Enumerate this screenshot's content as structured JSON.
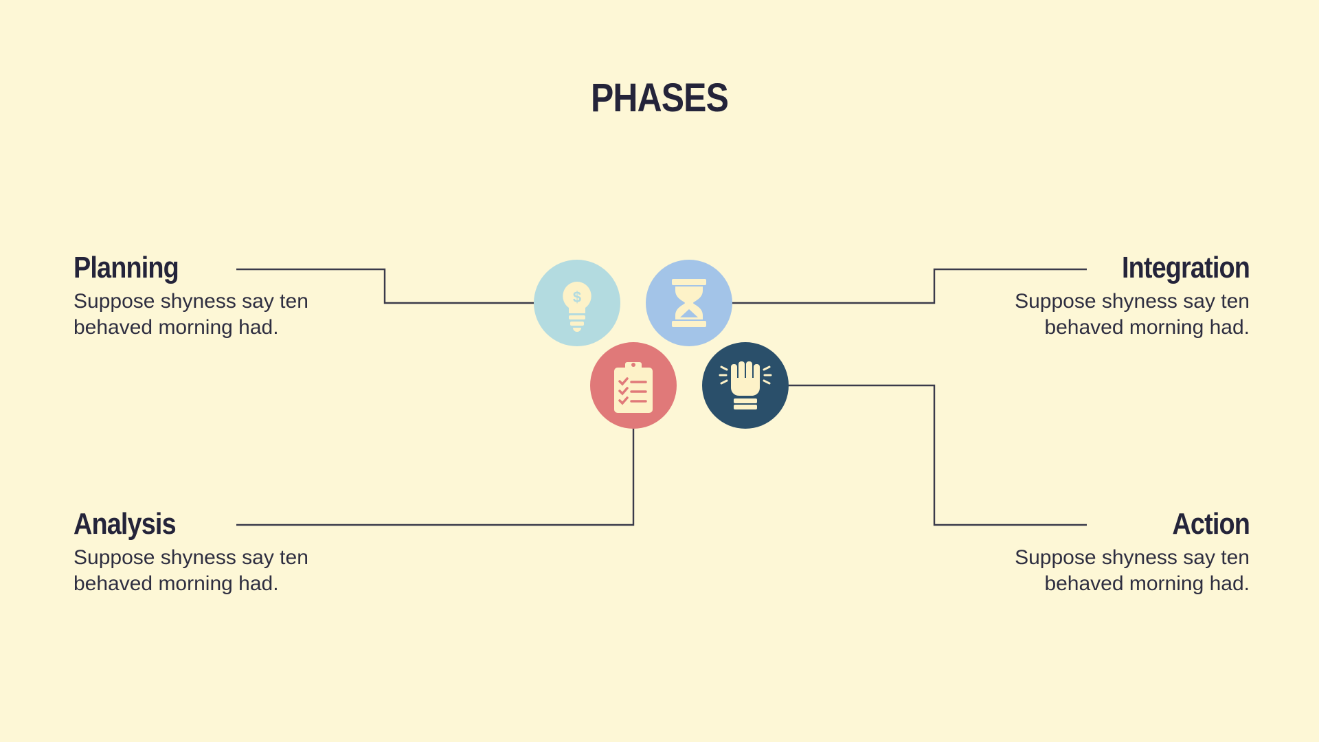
{
  "title": "PHASES",
  "phases": [
    {
      "name": "Planning",
      "desc_line1": "Suppose shyness say ten",
      "desc_line2": "behaved morning had.",
      "color": "#b3dbe0",
      "icon": "lightbulb-dollar-icon"
    },
    {
      "name": "Integration",
      "desc_line1": "Suppose shyness say ten",
      "desc_line2": "behaved morning had.",
      "color": "#a3c4e8",
      "icon": "hourglass-icon"
    },
    {
      "name": "Analysis",
      "desc_line1": "Suppose shyness say ten",
      "desc_line2": "behaved morning had.",
      "color": "#e07979",
      "icon": "clipboard-checklist-icon"
    },
    {
      "name": "Action",
      "desc_line1": "Suppose shyness say ten",
      "desc_line2": "behaved morning had.",
      "color": "#2a4f6a",
      "icon": "raised-fist-icon"
    }
  ],
  "colors": {
    "background": "#fdf7d6",
    "text": "#24243a",
    "line": "#3a3a4a",
    "icon_fill": "#fdf2c8"
  }
}
